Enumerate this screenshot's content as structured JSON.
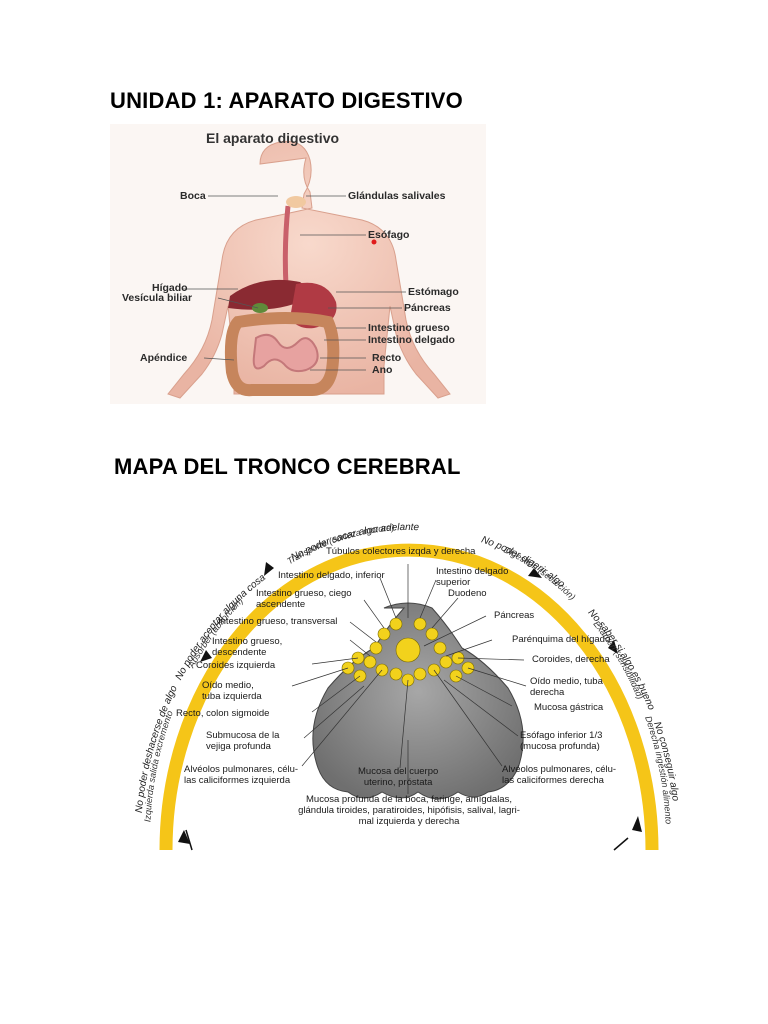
{
  "headings": {
    "unit": "UNIDAD 1: APARATO DIGESTIVO",
    "map": "MAPA DEL TRONCO CEREBRAL"
  },
  "figure_digestive": {
    "title": "El aparato digestivo",
    "labels": {
      "boca": "Boca",
      "glandulas": "Glándulas salivales",
      "esofago": "Esófago",
      "higado": "Hígado",
      "vesicula": "Vesícula biliar",
      "estomago": "Estómago",
      "pancreas": "Páncreas",
      "grueso": "Intestino grueso",
      "delgado": "Intestino delgado",
      "apendice": "Apéndice",
      "recto": "Recto",
      "ano": "Ano"
    }
  },
  "figure_brainstem": {
    "arc_outer": {
      "left1": "No poder aceptar alguna cosa",
      "left2": "No poder deshacerse de algo",
      "top": "No poder sacar algo adelante",
      "right1": "No poder digerir algo",
      "right2": "No saber si algo es bueno",
      "right3": "No conseguir algo"
    },
    "arc_inner": {
      "left_low": "Izquierda salida excremento",
      "left_mid": "Absorber (absorción)",
      "top": "Transporte (corteza motora)",
      "right_top": "Digestión (secreción)",
      "right_mid": "Examen (sensibilidad)",
      "right_low": "Derecha ingestión alimento"
    },
    "labels": {
      "tubulos": "Túbulos colectores izqda y derecha",
      "int_delg_inf": "Intestino delgado, inferior",
      "int_delg_sup_1": "Intestino delgado",
      "int_delg_sup_2": "superior",
      "duodeno": "Duodeno",
      "grueso_ciego_1": "Intestino grueso, ciego",
      "grueso_ciego_2": "ascendente",
      "pancreas": "Páncreas",
      "grueso_transv": "Intestino grueso, transversal",
      "parenquima": "Parénquima del hígado",
      "grueso_desc_1": "Intestino grueso,",
      "grueso_desc_2": "descendente",
      "coroides_der": "Coroides, derecha",
      "coroides_izq": "Coroides izquierda",
      "oido_der_1": "Oído medio, tuba",
      "oido_der_2": "derecha",
      "oido_izq_1": "Oído medio,",
      "oido_izq_2": "tuba izquierda",
      "mucosa_gastrica": "Mucosa gástrica",
      "recto_sigmoide": "Recto, colon sigmoide",
      "submucosa_1": "Submucosa de la",
      "submucosa_2": "vejiga profunda",
      "esofago_inf_1": "Esófago inferior 1/3",
      "esofago_inf_2": "(mucosa profunda)",
      "alv_izq_1": "Alvéolos pulmonares, célu-",
      "alv_izq_2": "las caliciformes izquierda",
      "mucosa_utero_1": "Mucosa del cuerpo",
      "mucosa_utero_2": "uterino, próstata",
      "alv_der_1": "Alvéolos pulmonares, célu-",
      "alv_der_2": "las caliciformes derecha",
      "bottom_1": "Mucosa profunda de la boca, faringe, amígdalas,",
      "bottom_2": "glándula tiroides, paratiroides, hipófisis, salival, lagri-",
      "bottom_3": "mal izquierda y derecha"
    },
    "colors": {
      "arc": "#f5c518",
      "nucleus": "#f2d21c"
    }
  }
}
